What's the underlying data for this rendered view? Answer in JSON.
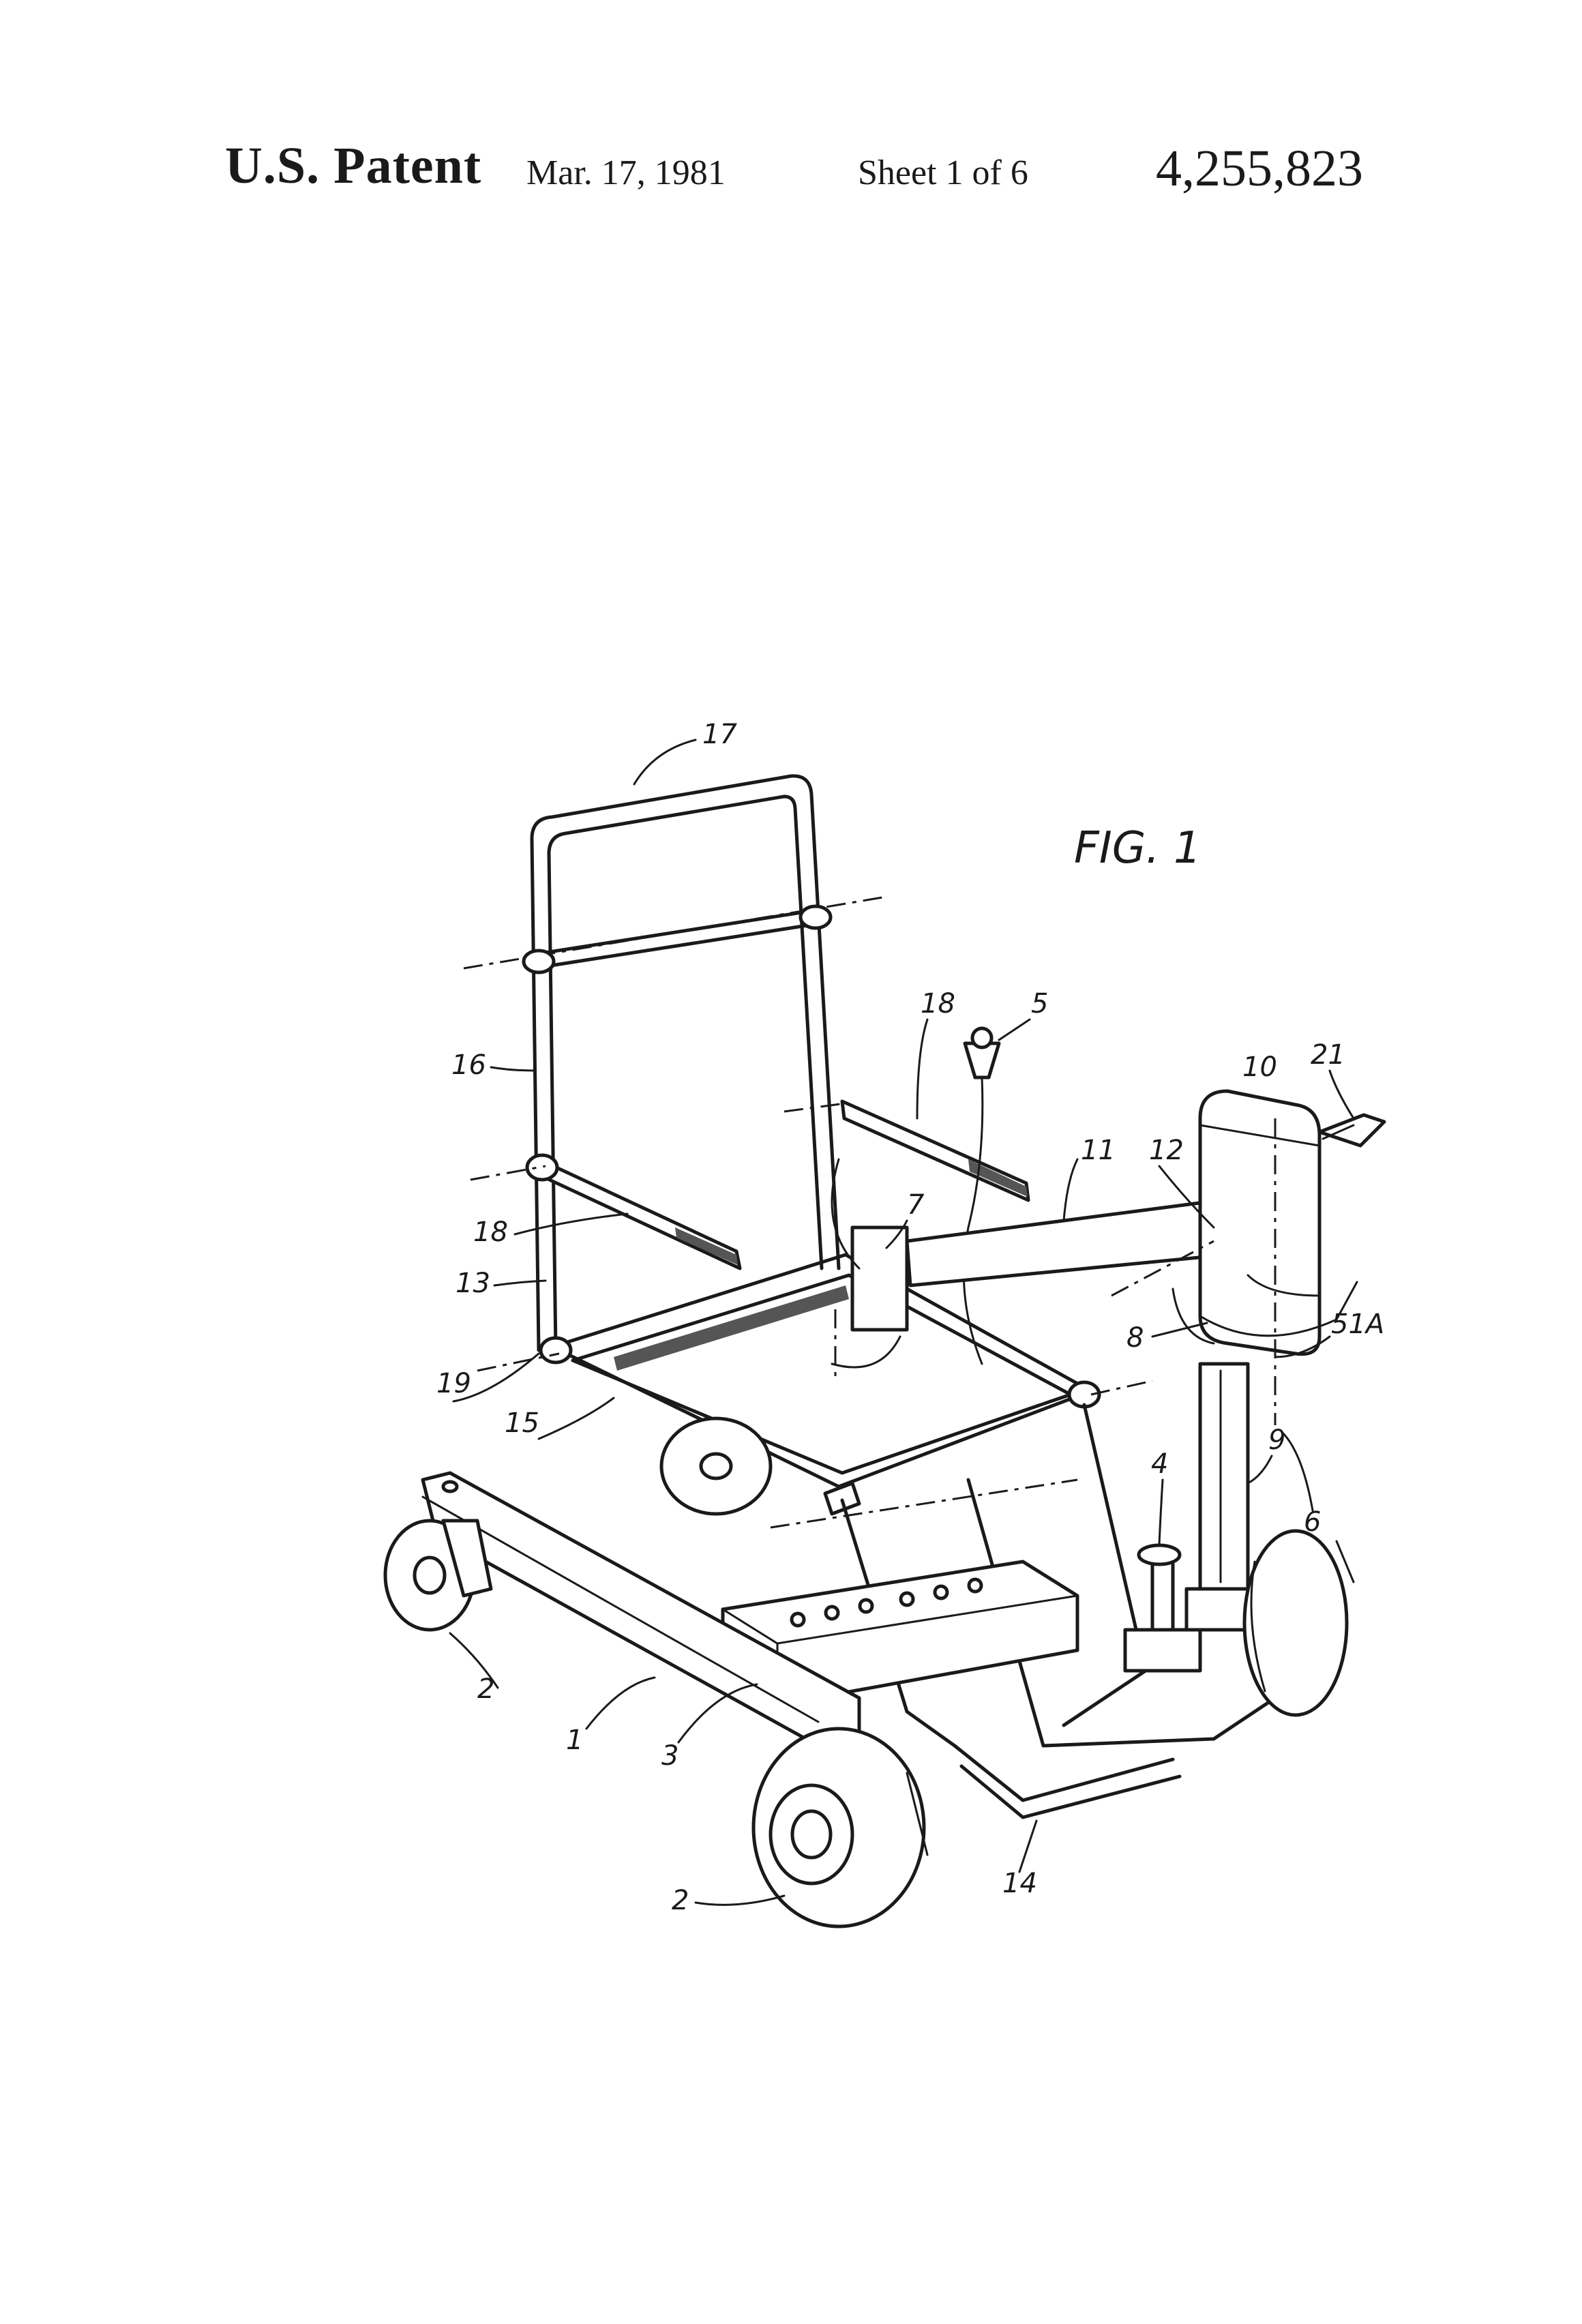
{
  "header": {
    "title": "U.S. Patent",
    "date": "Mar. 17, 1981",
    "sheet": "Sheet 1 of 6",
    "patent_number": "4,255,823"
  },
  "figure": {
    "label": "FIG. 1",
    "reference_numerals": [
      "17",
      "18",
      "5",
      "16",
      "10",
      "21",
      "11",
      "12",
      "7",
      "18",
      "13",
      "8",
      "51A",
      "19",
      "15",
      "9",
      "6",
      "4",
      "2",
      "1",
      "3",
      "14",
      "2"
    ]
  }
}
